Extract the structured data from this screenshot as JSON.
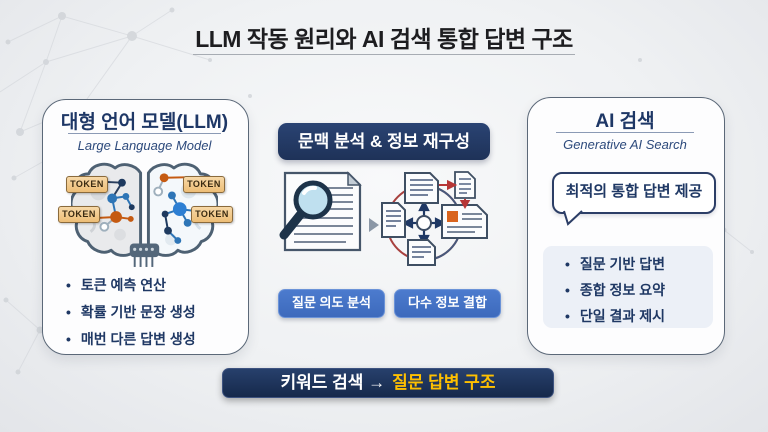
{
  "slide": {
    "title": "LLM 작동 원리와 AI 검색 통합 답변 구조",
    "left_card": {
      "title": "대형 언어 모델(LLM)",
      "subtitle": "Large Language Model",
      "token_labels": [
        "TOKEN",
        "TOKEN",
        "TOKEN",
        "TOKEN"
      ],
      "bullets": [
        "토큰 예측 연산",
        "확률 기반 문장 생성",
        "매번 다른 답변 생성"
      ]
    },
    "center": {
      "header": "문맥 분석 & 정보 재구성",
      "buttons": [
        "질문 의도 분석",
        "다수 정보 결합"
      ]
    },
    "right_card": {
      "title": "AI 검색",
      "subtitle": "Generative AI Search",
      "callout": "최적의 통합 답변 제공",
      "bullets": [
        "질문 기반 답변",
        "종합 정보 요약",
        "단일 결과 제시"
      ]
    },
    "footer": {
      "prefix": "키워드 검색 →",
      "highlight": "질문 답변 구조"
    },
    "colors": {
      "navy": "#1f3864",
      "header_navy": "#233a66",
      "banner_navy": "#1c2f55",
      "button_blue": "#4473c5",
      "accent_yellow": "#ffc000",
      "token_tan": "#f0c185",
      "orange": "#c55a11",
      "blue": "#2e75b6",
      "red": "#a8413f"
    }
  }
}
